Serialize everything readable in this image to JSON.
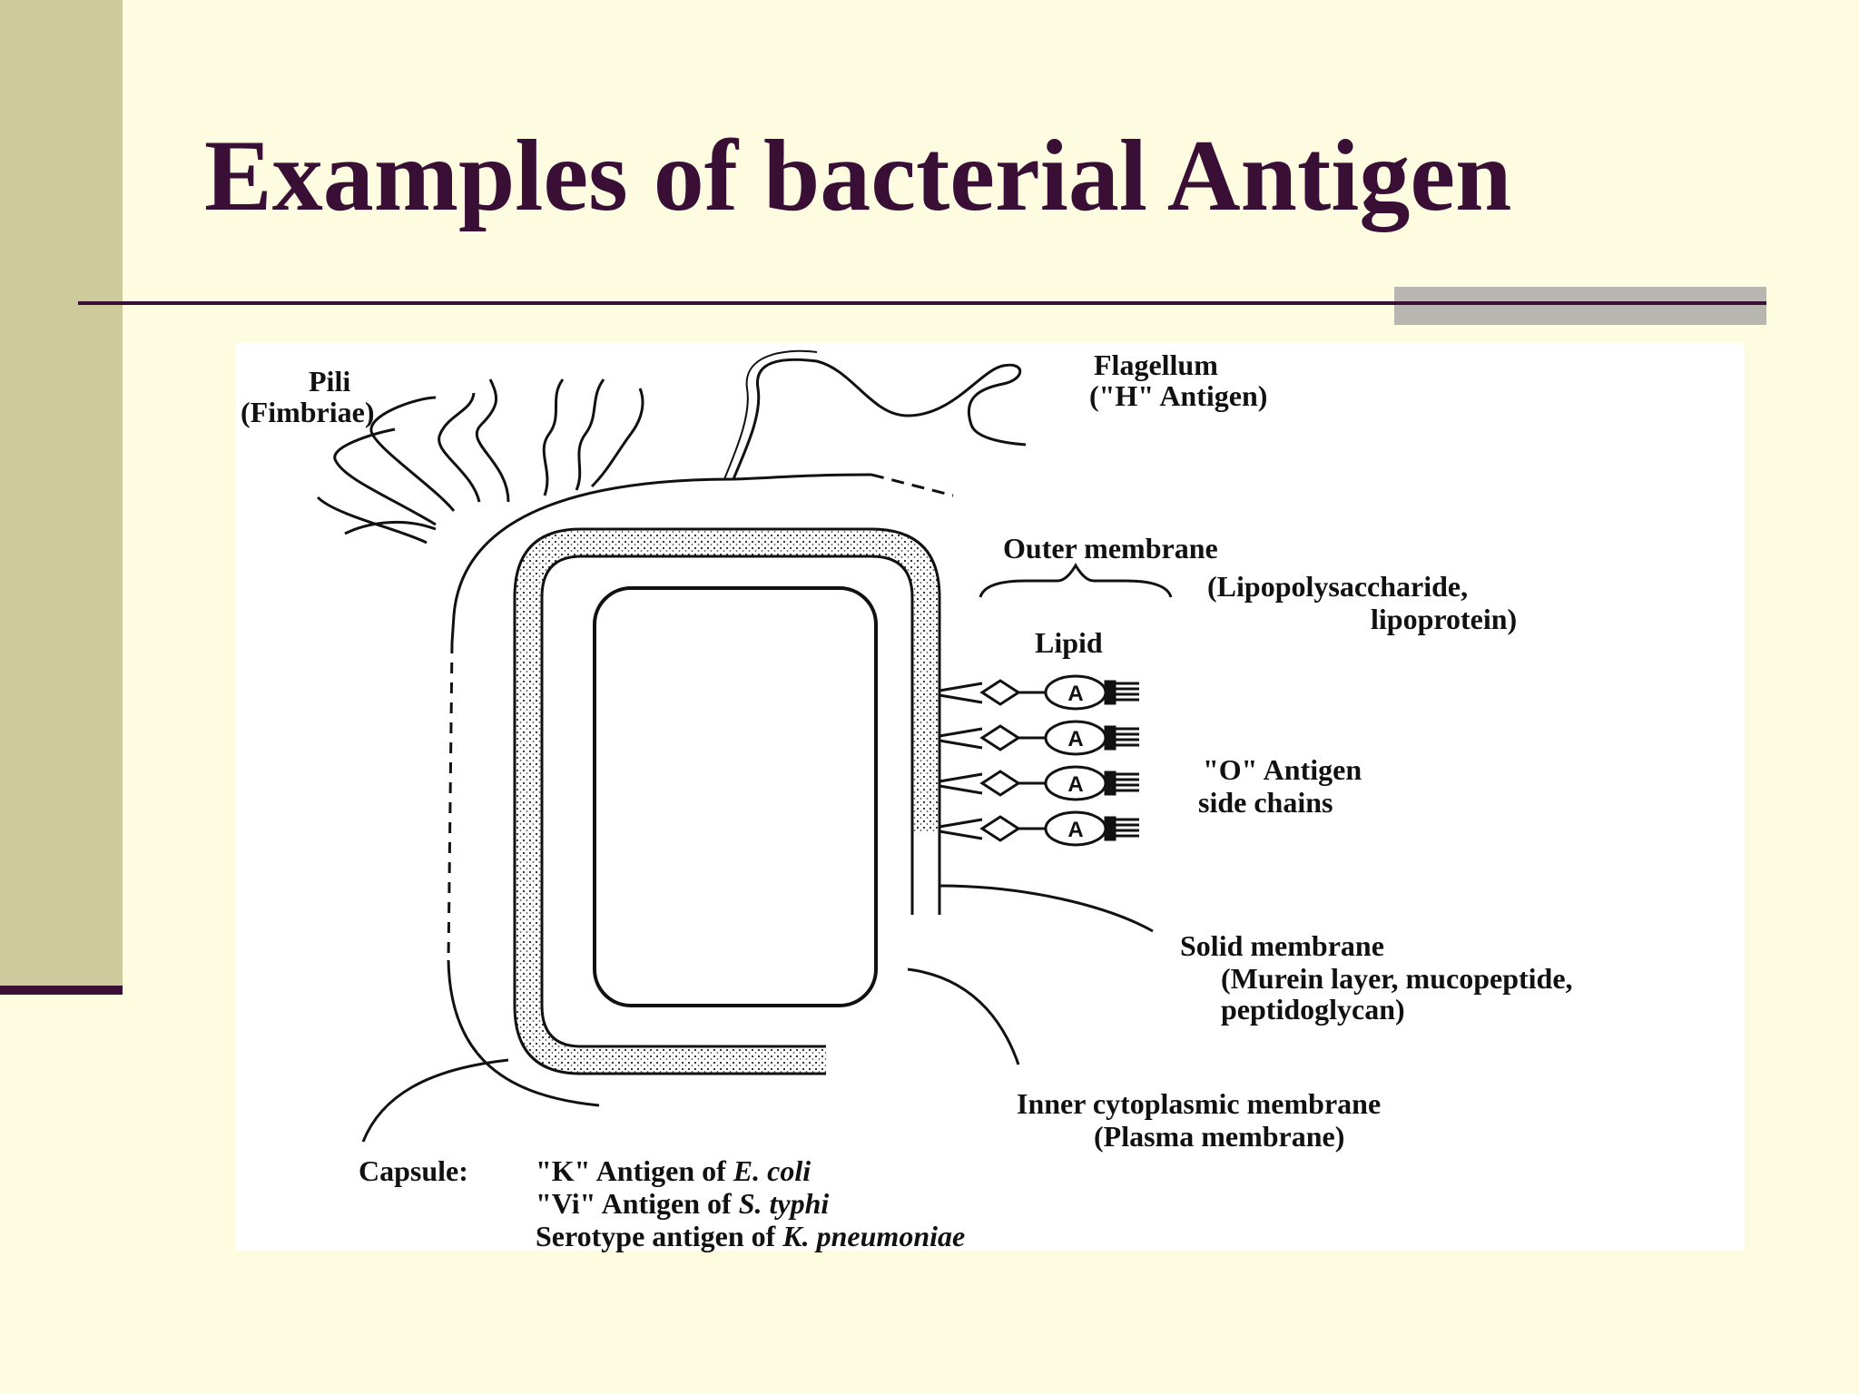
{
  "slide": {
    "title": "Examples of bacterial Antigen",
    "colors": {
      "background": "#fdfbe0",
      "title": "#3a0f35",
      "band": "#cdcb9c",
      "rule": "#3a0f35",
      "accent": "#b8b6b0"
    }
  },
  "diagram": {
    "labels": {
      "pili": "Pili",
      "pili_sub": "(Fimbriae)",
      "flagellum": "Flagellum",
      "flagellum_sub": "(\"H\" Antigen)",
      "outer_membrane": "Outer membrane",
      "outer_membrane_sub1": "(Lipopolysaccharide,",
      "outer_membrane_sub2": "lipoprotein)",
      "lipid": "Lipid",
      "o_antigen": "\"O\" Antigen",
      "o_antigen_sub": "side chains",
      "solid_membrane": "Solid membrane",
      "solid_membrane_sub1": "(Murein layer, mucopeptide,",
      "solid_membrane_sub2": "peptidoglycan)",
      "inner_membrane": "Inner cytoplasmic membrane",
      "inner_membrane_sub": "(Plasma membrane)",
      "capsule_prefix": "Capsule:",
      "capsule_k": "\"K\" Antigen of",
      "capsule_k_org": "E. coli",
      "capsule_vi": "\"Vi\" Antigen of",
      "capsule_vi_org": "S. typhi",
      "capsule_sero": "Serotype antigen of",
      "capsule_sero_org": "K. pneumoniae",
      "antigen_marker": "A"
    }
  }
}
